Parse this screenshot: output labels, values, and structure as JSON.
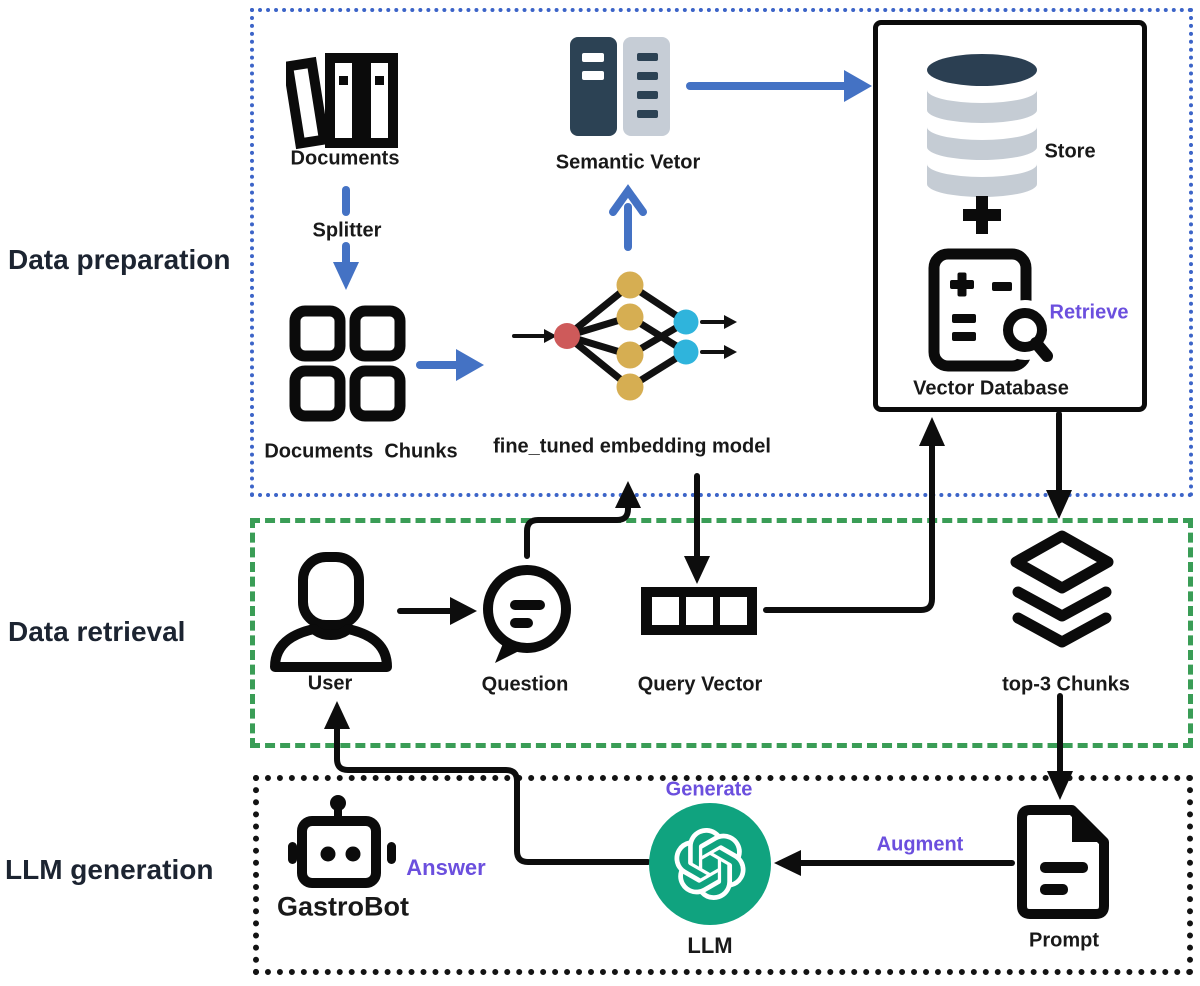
{
  "section_labels": {
    "preparation": "Data preparation",
    "retrieval": "Data retrieval",
    "generation": "LLM generation"
  },
  "nodes": {
    "documents": "Documents",
    "splitter": "Splitter",
    "documents_chunks": "Documents  Chunks",
    "embedding_model": "fine_tuned embedding model",
    "semantic_vector": "Semantic Vetor",
    "store": "Store",
    "retrieve": "Retrieve",
    "vector_database": "Vector Database",
    "user": "User",
    "question": "Question",
    "query_vector": "Query Vector",
    "top3_chunks": "top-3 Chunks",
    "gastrobot": "GastroBot",
    "answer": "Answer",
    "generate": "Generate",
    "llm": "LLM",
    "augment": "Augment",
    "prompt": "Prompt"
  },
  "colors": {
    "flow_blue": "#4472C4",
    "prep_border": "#3C64C8",
    "retrieval_border": "#3A9D56",
    "generation_border": "#131313",
    "accent_purple": "#6B4FDE",
    "openai_green": "#10A37F",
    "server_dark": "#2C4254",
    "server_light": "#C6CDD6",
    "db_top": "#2B3F52",
    "db_band": "#C5CCD4",
    "node_red": "#CE5A5A",
    "node_gold": "#D6AE52",
    "node_cyan": "#2FB4DC"
  }
}
